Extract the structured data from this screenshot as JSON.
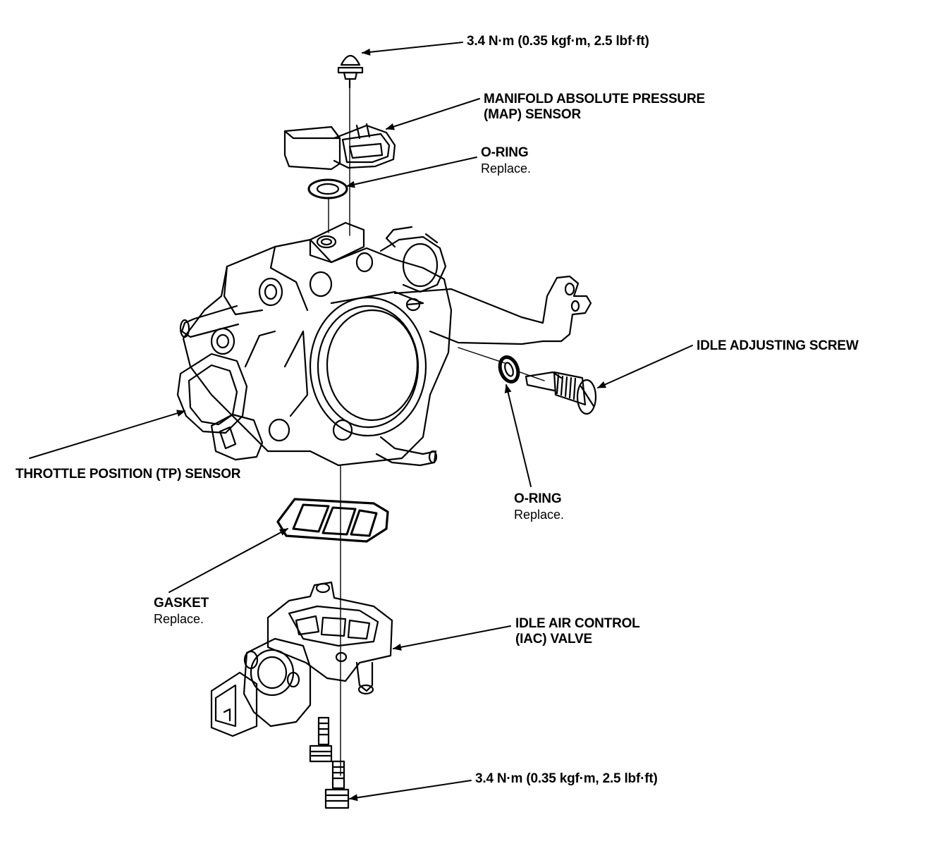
{
  "labels": {
    "torque_top": "3.4 N·m (0.35 kgf·m, 2.5 lbf·ft)",
    "map_sensor_line1": "MANIFOLD ABSOLUTE PRESSURE",
    "map_sensor_line2": "(MAP) SENSOR",
    "oring_top_title": "O-RING",
    "oring_top_note": "Replace.",
    "idle_adjusting_screw": "IDLE ADJUSTING SCREW",
    "tp_sensor": "THROTTLE POSITION (TP) SENSOR",
    "oring_right_title": "O-RING",
    "oring_right_note": "Replace.",
    "gasket_title": "GASKET",
    "gasket_note": "Replace.",
    "iac_valve_line1": "IDLE AIR CONTROL",
    "iac_valve_line2": "(IAC) VALVE",
    "torque_bottom": "3.4 N·m (0.35 kgf·m, 2.5 lbf·ft)"
  },
  "colors": {
    "ink": "#000000",
    "paper": "#ffffff"
  }
}
